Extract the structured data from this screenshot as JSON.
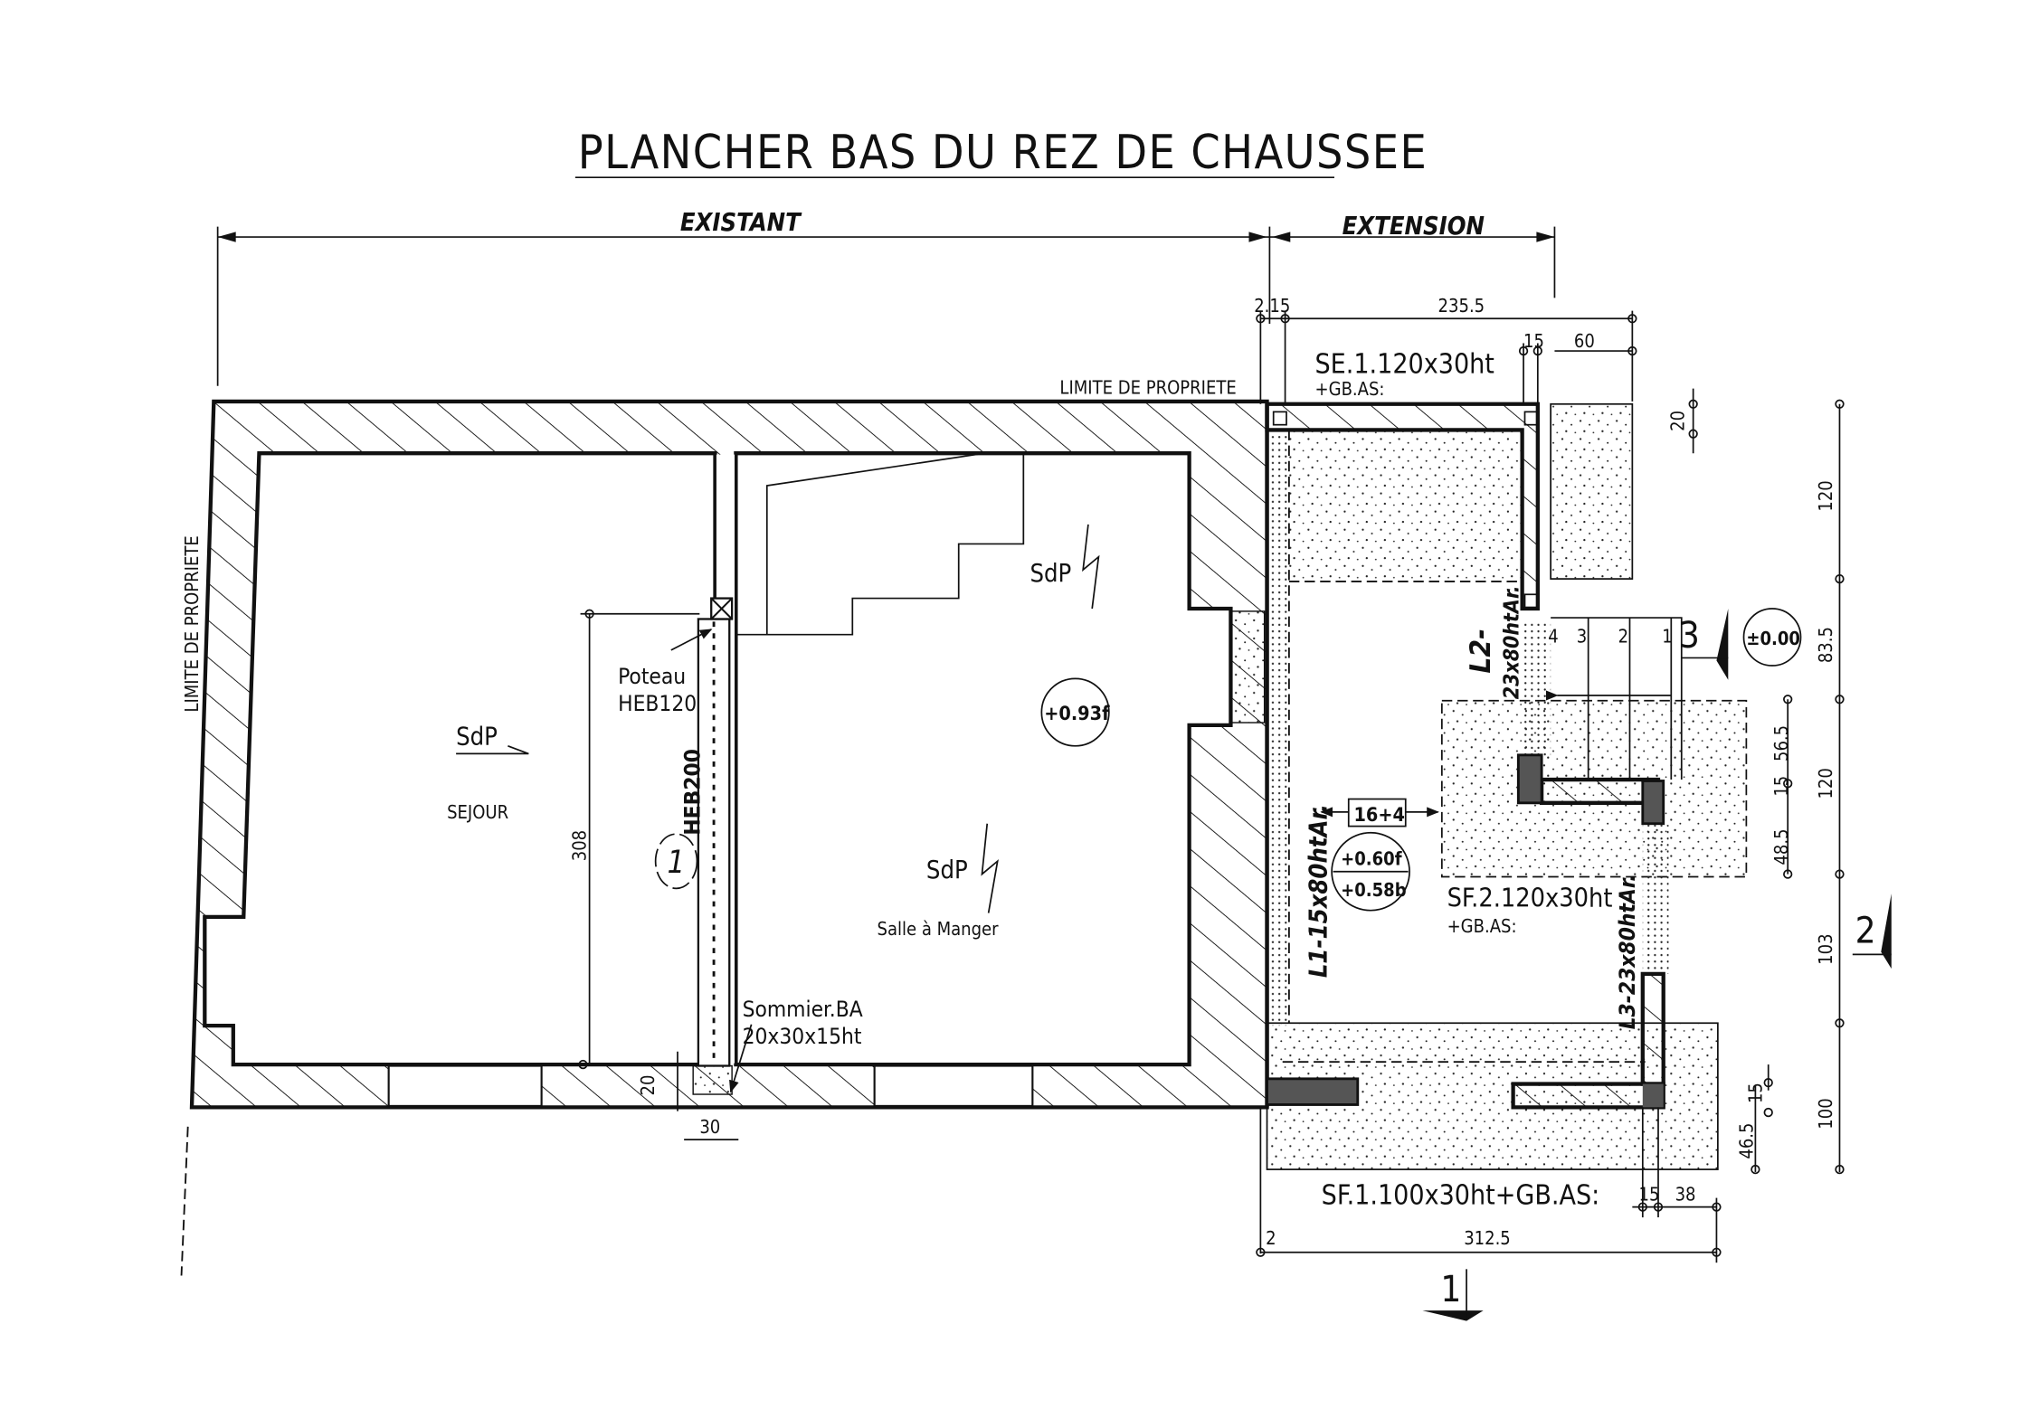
{
  "title": "PLANCHER BAS DU REZ DE CHAUSSEE",
  "zones": {
    "existant": "EXISTANT",
    "extension": "EXTENSION"
  },
  "limits": {
    "top": "LIMITE  DE  PROPRIETE",
    "left": "LIMITE  DE  PROPRIETE"
  },
  "rooms": {
    "sejour": {
      "sdp": "SdP",
      "name": "SEJOUR"
    },
    "salle": {
      "sdp": "SdP",
      "name": "Salle à Manger"
    },
    "upper": {
      "sdp": "SdP"
    }
  },
  "levels": {
    "salle": "+0.93f",
    "ext_top": "+0.60f",
    "ext_bottom": "+0.58b",
    "stairs": "±0.00"
  },
  "structure": {
    "poteau": "Poteau",
    "poteau_type": "HEB120",
    "beam": "HEB200",
    "beam_ref": "1",
    "sommier": "Sommier.BA",
    "sommier_dim": "20x30x15ht",
    "slab": "16+4",
    "se1": "SE.1.120x30ht",
    "se1_gb": "+GB.AS:",
    "sf2": "SF.2.120x30ht",
    "sf2_gb": "+GB.AS:",
    "sf1": "SF.1.100x30ht+GB.AS:",
    "l1": "L1-15x80htAr.",
    "l2": "L2-",
    "l2_dim": "23x80htAr.",
    "l3": "L3-23x80htAr."
  },
  "stairs": [
    "4",
    "3",
    "2",
    "1"
  ],
  "sections": {
    "s1": "1",
    "s2": "2",
    "s3": "3"
  },
  "dimensions": {
    "top_a": "2.15",
    "top_b": "235.5",
    "top_c": "15",
    "top_d": "60",
    "right_20": "20",
    "right_120a": "120",
    "right_83_5": "83.5",
    "right_56_5": "56.5",
    "right_15a": "15",
    "right_120b": "120",
    "right_48_5": "48.5",
    "right_103": "103",
    "right_100": "100",
    "right_15b": "15",
    "right_46_5": "46.5",
    "bottom_15": "15",
    "bottom_38": "38",
    "bottom_2": "2",
    "bottom_312_5": "312.5",
    "left_308": "308",
    "left_20": "20",
    "left_30": "30"
  }
}
